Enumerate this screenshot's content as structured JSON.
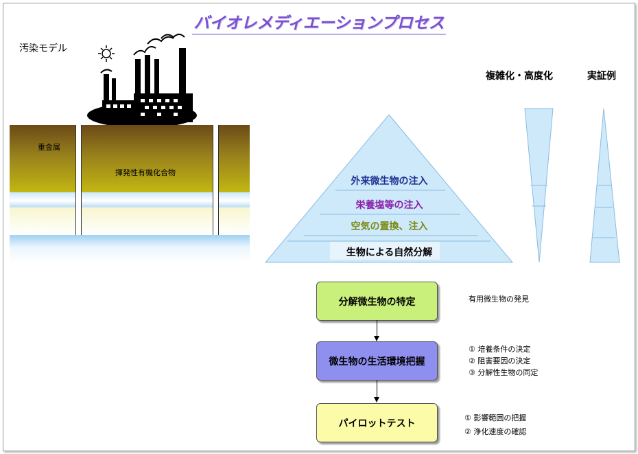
{
  "title": "バイオレメディエーションプロセス",
  "pollution_model": {
    "label": "汚染モデル",
    "heavy_metal": "重金属",
    "voc": "揮発性有機化合物"
  },
  "pyramid": {
    "levels": [
      "外来微生物の注入",
      "栄養塩等の注入",
      "空気の置換、注入",
      "生物による自然分解"
    ],
    "colors": [
      "#1f2f90",
      "#8a1fa8",
      "#7a8a12",
      "#000000"
    ]
  },
  "triangles": {
    "left_label": "複雑化・高度化",
    "right_label": "実証例"
  },
  "flow": {
    "steps": [
      {
        "label": "分解微生物の特定",
        "notes": [
          "有用微生物の発見"
        ],
        "color": "#c8f07a"
      },
      {
        "label": "微生物の生活環境把握",
        "notes": [
          "① 培養条件の決定",
          "② 阻害要因の決定",
          "③ 分解性生物の同定"
        ],
        "color": "#8f8ff0"
      },
      {
        "label": "パイロットテスト",
        "notes": [
          "① 影響範囲の把握",
          "② 浄化速度の確認"
        ],
        "color": "#fbfba8"
      }
    ]
  }
}
